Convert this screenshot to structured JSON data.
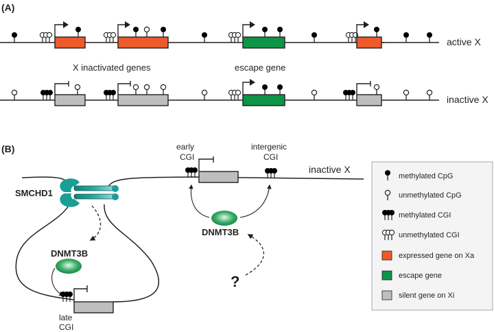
{
  "panel_a": {
    "label": "(A)",
    "active_label": "active X",
    "inactive_label": "inactive X",
    "x_inactivated_label": "X inactivated genes",
    "escape_label": "escape gene"
  },
  "panel_b": {
    "label": "(B)",
    "smchd1_label": "SMCHD1",
    "dnmt3b_left_label": "DNMT3B",
    "dnmt3b_right_label": "DNMT3B",
    "early_cgi_line1": "early",
    "early_cgi_line2": "CGI",
    "intergenic_cgi_line1": "intergenic",
    "intergenic_cgi_line2": "CGI",
    "late_cgi_line1": "late",
    "late_cgi_line2": "CGI",
    "inactive_label": "inactive X",
    "question_mark": "?"
  },
  "legend": {
    "items": [
      {
        "icon": "methylated-cpg-icon",
        "label": "methylated CpG"
      },
      {
        "icon": "unmethylated-cpg-icon",
        "label": "unmethylated CpG"
      },
      {
        "icon": "methylated-cgi-icon",
        "label": "methylated CGI"
      },
      {
        "icon": "unmethylated-cgi-icon",
        "label": "unmethylated CGI"
      },
      {
        "icon": "expressed-gene-swatch",
        "label": "expressed gene on Xa",
        "color": "#ee5a2b"
      },
      {
        "icon": "escape-gene-swatch",
        "label": "escape gene",
        "color": "#0d9447"
      },
      {
        "icon": "silent-gene-swatch",
        "label": "silent gene on Xi",
        "color": "#bcbec0"
      }
    ]
  },
  "colors": {
    "expressed": "#ee5a2b",
    "escape": "#0d9447",
    "silent": "#bcbec0",
    "smchd1": "#1a9e96",
    "dnmt3b": "#1f9a55",
    "legend_bg": "#f4f4f4"
  }
}
